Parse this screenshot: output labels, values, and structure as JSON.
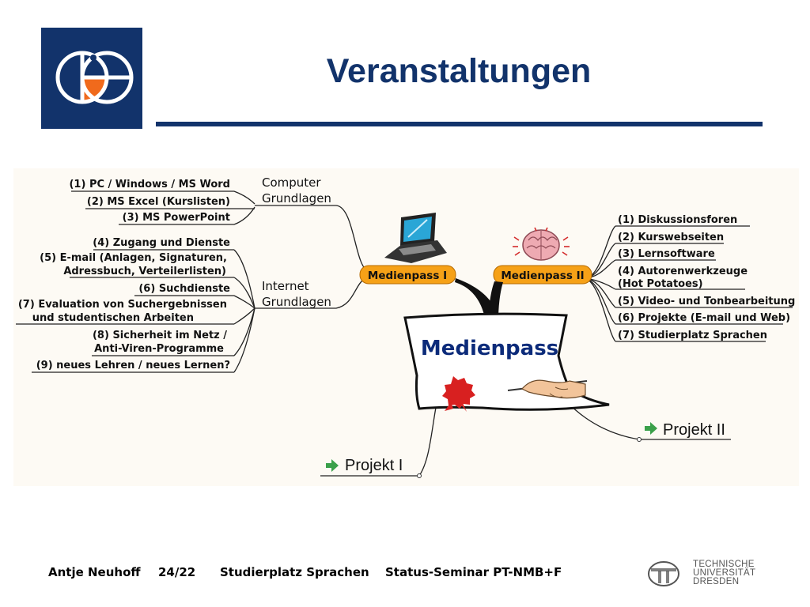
{
  "slide": {
    "title": "Veranstaltungen"
  },
  "mindmap": {
    "center": "Medienpass",
    "hub_left": "Medienpass I",
    "hub_right": "Medienpass II",
    "branches": {
      "computer": [
        "Computer",
        "Grundlagen"
      ],
      "internet": [
        "Internet",
        "Grundlagen"
      ]
    },
    "computer_items": [
      "(1) PC / Windows / MS Word",
      "(2) MS Excel (Kurslisten)",
      "(3) MS PowerPoint"
    ],
    "internet_items": [
      [
        "(4) Zugang und Dienste"
      ],
      [
        "(5) E-mail (Anlagen, Signaturen,",
        "Adressbuch, Verteilerlisten)"
      ],
      [
        "(6) Suchdienste"
      ],
      [
        "(7) Evaluation von Suchergebnissen",
        "und studentischen Arbeiten"
      ],
      [
        "(8) Sicherheit im Netz /",
        "Anti-Viren-Programme"
      ],
      [
        "(9) neues Lehren / neues Lernen?"
      ]
    ],
    "right_items": [
      [
        "(1) Diskussionsforen"
      ],
      [
        "(2) Kurswebseiten"
      ],
      [
        "(3) Lernsoftware"
      ],
      [
        "(4) Autorenwerkzeuge",
        "(Hot Potatoes)"
      ],
      [
        "(5) Video- und Tonbearbeitung"
      ],
      [
        "(6) Projekte (E-mail und Web)"
      ],
      [
        "(7) Studierplatz Sprachen"
      ]
    ],
    "projects": [
      "Projekt I",
      "Projekt II"
    ]
  },
  "footer": {
    "author": "Antje Neuhoff",
    "page": "24/22",
    "course": "Studierplatz Sprachen",
    "event": "Status-Seminar PT-NMB+F",
    "university": [
      "TECHNISCHE",
      "UNIVERSITÄT",
      "DRESDEN"
    ]
  },
  "colors": {
    "title": "#12336b",
    "node_fill": "#f6a117",
    "logo_orange": "#f06a1c",
    "diagram_bg": "#fdfaf4"
  }
}
